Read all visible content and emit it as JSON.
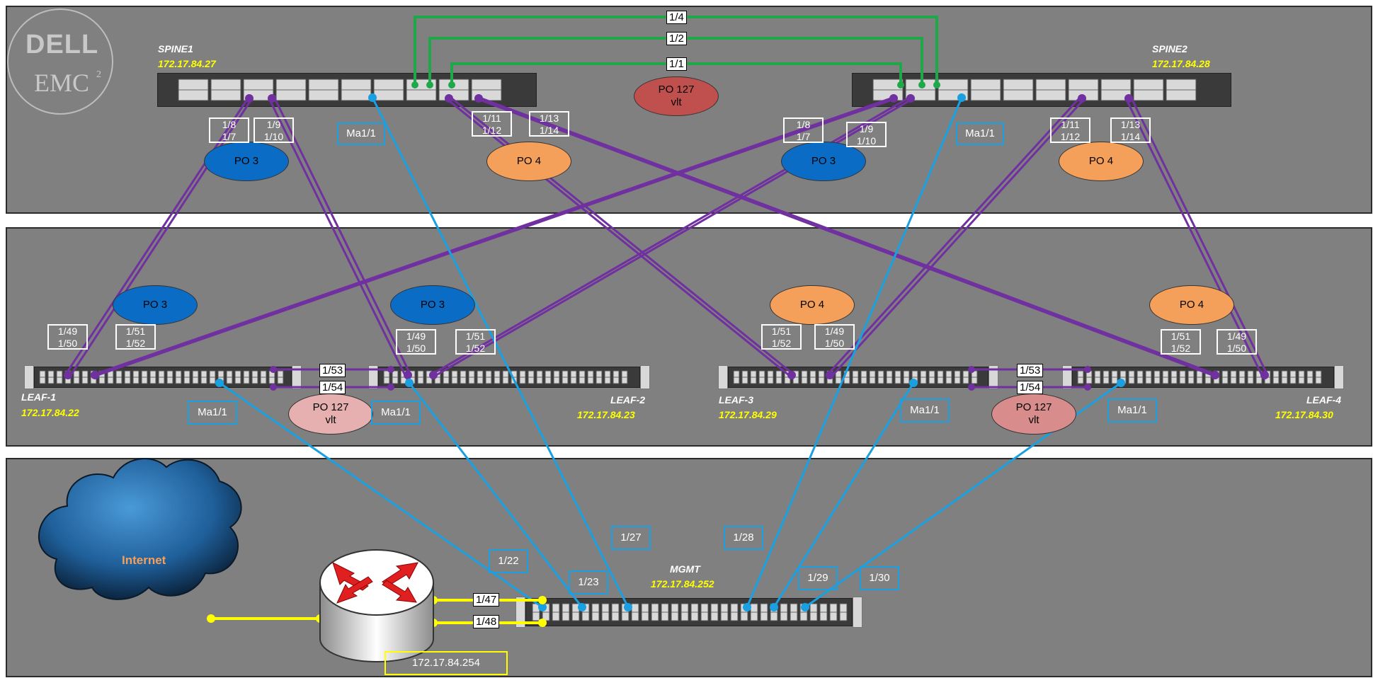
{
  "logo": {
    "brand": "DELL",
    "brand2": "EMC",
    "superscript": "2"
  },
  "spine1": {
    "name": "SPINE1",
    "ip": "172.17.84.27"
  },
  "spine2": {
    "name": "SPINE2",
    "ip": "172.17.84.28"
  },
  "leaf1": {
    "name": "LEAF-1",
    "ip": "172.17.84.22"
  },
  "leaf2": {
    "name": "LEAF-2",
    "ip": "172.17.84.23"
  },
  "leaf3": {
    "name": "LEAF-3",
    "ip": "172.17.84.29"
  },
  "leaf4": {
    "name": "LEAF-4",
    "ip": "172.17.84.30"
  },
  "mgmt": {
    "name": "MGMT",
    "ip": "172.17.84.252"
  },
  "router": {
    "ip": "172.17.84.254"
  },
  "internet": {
    "label": "Internet"
  },
  "spine_vlt_links": [
    "1/4",
    "1/2",
    "1/1"
  ],
  "po127_spine": {
    "line1": "PO 127",
    "line2": "vlt"
  },
  "po127_leaf12": {
    "line1": "PO 127",
    "line2": "vlt"
  },
  "po127_leaf34": {
    "line1": "PO 127",
    "line2": "vlt"
  },
  "leaf12_vlt_links": [
    "1/53",
    "1/54"
  ],
  "leaf34_vlt_links": [
    "1/53",
    "1/54"
  ],
  "router_links": [
    "1/47",
    "1/48"
  ],
  "spine1_ports": {
    "a1": "1/8",
    "a2": "1/7",
    "b1": "1/9",
    "b2": "1/10",
    "c1": "1/11",
    "c2": "1/12",
    "d1": "1/13",
    "d2": "1/14",
    "mgmt": "Ma1/1"
  },
  "spine2_ports": {
    "a1": "1/8",
    "a2": "1/7",
    "b1": "1/9",
    "b2": "1/10",
    "c1": "1/11",
    "c2": "1/12",
    "d1": "1/13",
    "d2": "1/14",
    "mgmt": "Ma1/1"
  },
  "spine1_po3": "PO 3",
  "spine1_po4": "PO 4",
  "spine2_po3": "PO 3",
  "spine2_po4": "PO 4",
  "leaf1_po": "PO 3",
  "leaf2_po": "PO 3",
  "leaf3_po": "PO 4",
  "leaf4_po": "PO 4",
  "leaf1_ports": {
    "a1": "1/49",
    "a2": "1/50",
    "b1": "1/51",
    "b2": "1/52",
    "mgmt": "Ma1/1"
  },
  "leaf2_ports": {
    "a1": "1/49",
    "a2": "1/50",
    "b1": "1/51",
    "b2": "1/52",
    "mgmt": "Ma1/1"
  },
  "leaf3_ports": {
    "a1": "1/51",
    "a2": "1/52",
    "b1": "1/49",
    "b2": "1/50",
    "mgmt": "Ma1/1"
  },
  "leaf4_ports": {
    "a1": "1/51",
    "a2": "1/52",
    "b1": "1/49",
    "b2": "1/50",
    "mgmt": "Ma1/1"
  },
  "mgmt_ports": [
    "1/22",
    "1/23",
    "1/27",
    "1/28",
    "1/29",
    "1/30"
  ],
  "colors": {
    "panel": "#808080",
    "uplink": "#7030a0",
    "mgmt_link": "#1aa0e0",
    "vlt_link": "#1ea84a",
    "wan_link": "#ffff00",
    "po3": "#0a6cc4",
    "po4": "#f5a05a",
    "po127_spine": "#c0504d",
    "po127_leaf": "#e6b0b0",
    "ip_text": "#ffff00"
  }
}
